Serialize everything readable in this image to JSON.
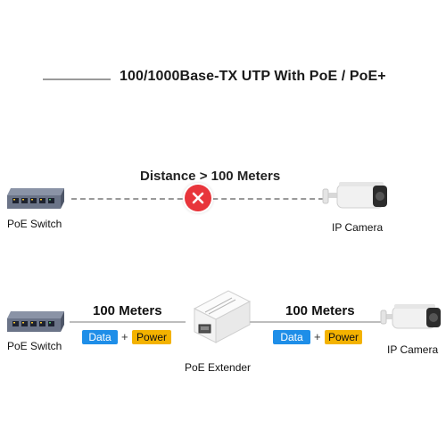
{
  "header": {
    "title": "100/1000Base-TX UTP With PoE / PoE+"
  },
  "top_row": {
    "switch_label": "PoE Switch",
    "distance_label": "Distance > 100 Meters",
    "camera_label": "IP Camera",
    "x_icon": "close-icon"
  },
  "bottom_row": {
    "switch_label": "PoE Switch",
    "left_meters": "100 Meters",
    "right_meters": "100 Meters",
    "data_label": "Data",
    "power_label": "Power",
    "plus": "+",
    "extender_label": "PoE Extender",
    "camera_label": "IP Camera"
  },
  "colors": {
    "data": "#1e8ee8",
    "power": "#f3b200",
    "error": "#e8353b",
    "line": "#9a9a9a"
  }
}
